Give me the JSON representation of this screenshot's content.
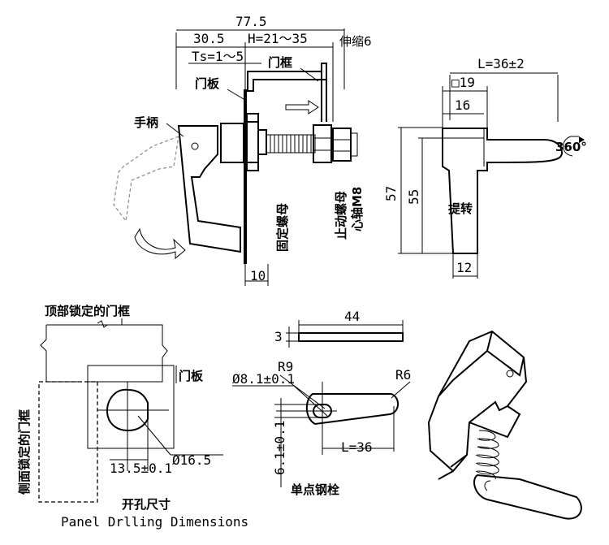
{
  "top_view": {
    "dim_total": "77.5",
    "dim_30_5": "30.5",
    "dim_h": "H=21～35",
    "dim_stretch": "伸缩6",
    "dim_ts": "Ts=1～5",
    "label_frame": "门框",
    "label_panel": "门板",
    "label_handle": "手柄",
    "label_fixed_nut": "固定螺母",
    "label_stop_nut": "止动螺母",
    "label_shaft": "心轴M8",
    "dim_10": "10"
  },
  "side_view": {
    "dim_l": "L=36±2",
    "dim_19": "□19",
    "dim_16": "16",
    "dim_57": "57",
    "dim_55": "55",
    "dim_12": "12",
    "label_lift_turn": "提转",
    "label_360": "360°"
  },
  "drilling": {
    "label_top_frame": "顶部锁定的门框",
    "label_panel": "门板",
    "label_side_frame": "侧面锁定的门框",
    "dim_dia": "Ø16.5",
    "dim_13_5": "13.5±0.1",
    "title_cn": "开孔尺寸",
    "title_en": "Panel Drlling Dimensions"
  },
  "bolt": {
    "dim_44": "44",
    "dim_3": "3",
    "dim_r9": "R9",
    "dim_r6": "R6",
    "dim_hole": "Ø8.1±0.1",
    "dim_l36": "L=36",
    "dim_6_1": "6.1±0.1",
    "label": "单点钢栓"
  }
}
